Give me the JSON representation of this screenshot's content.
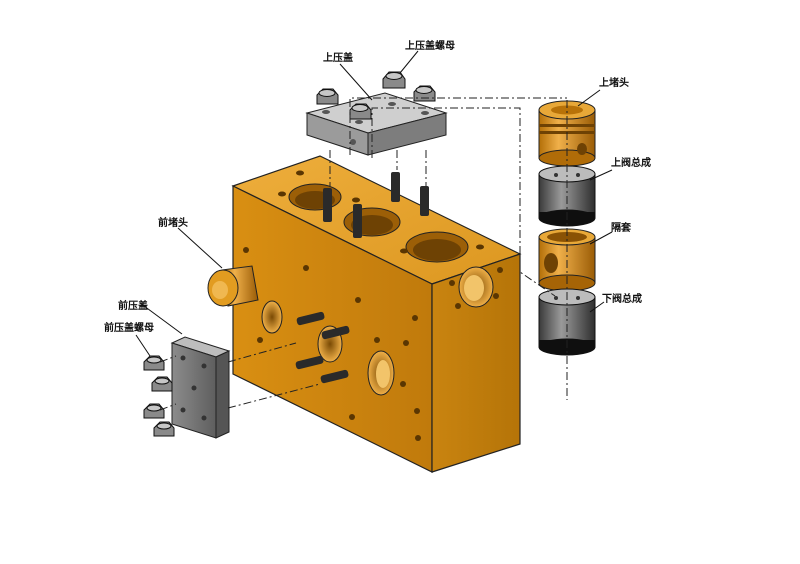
{
  "labels": {
    "upper_plate": "上压盖",
    "upper_plate_nut": "上压盖螺母",
    "upper_plug": "上堵头",
    "upper_valve_assembly": "上阀总成",
    "spacer_sleeve": "隔套",
    "lower_valve_assembly": "下阀总成",
    "front_plug": "前堵头",
    "front_plate": "前压盖",
    "front_plate_nut": "前压盖螺母"
  },
  "colors": {
    "body": "#d9920c",
    "body_dark": "#a8680a",
    "body_light": "#e9a934",
    "steel": "#9a9a9a",
    "steel_dark": "#4a4a4a",
    "steel_light": "#c8c8c8",
    "black": "#1b1b1b"
  }
}
